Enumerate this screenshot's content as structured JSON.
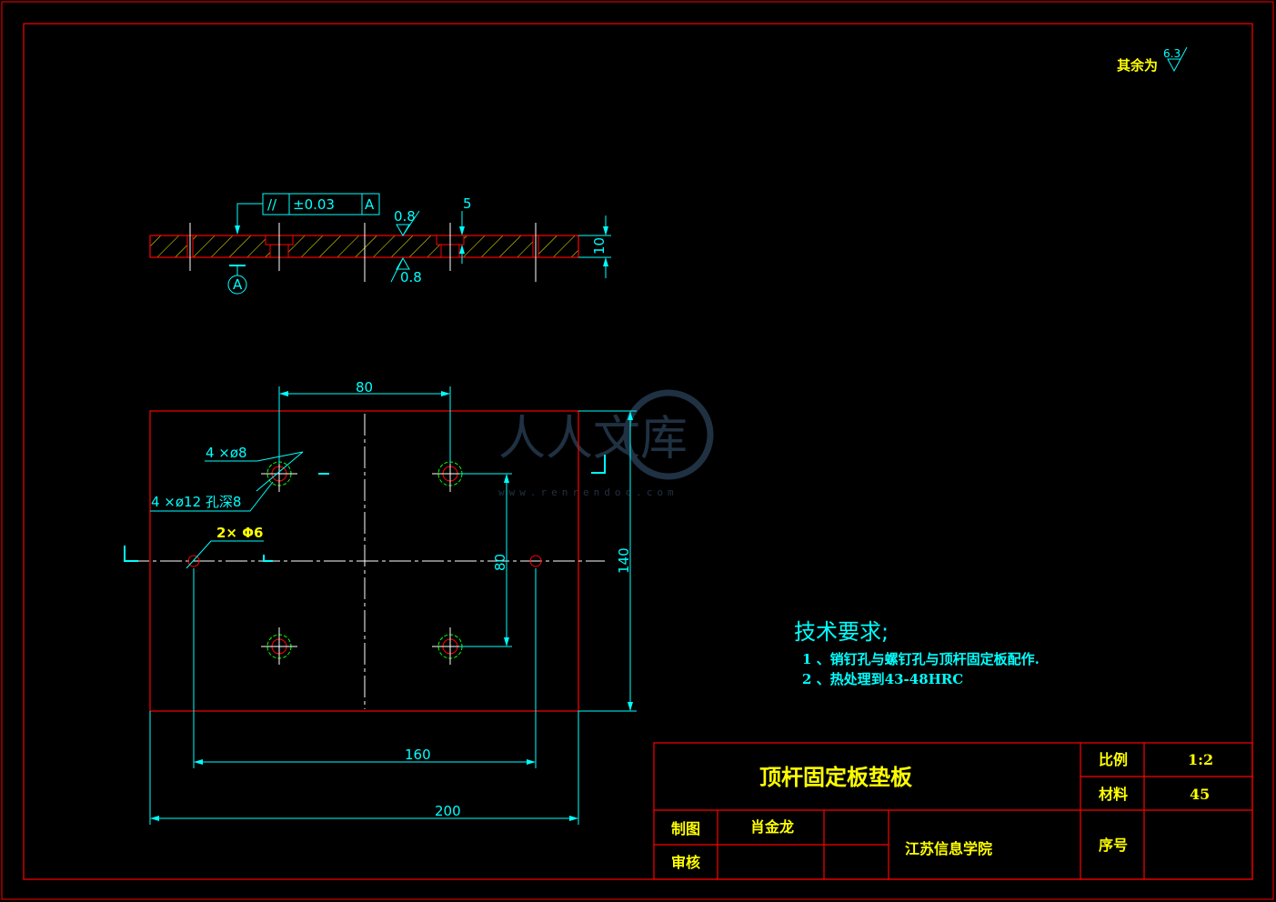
{
  "surface_note": {
    "prefix": "其余为",
    "roughness": "6.3"
  },
  "side_view": {
    "tolerance_frame": {
      "symbol": "//",
      "value": "±0.03",
      "datum": "A"
    },
    "datum_label": "A",
    "roughness_top": "0.8",
    "roughness_bottom": "0.8",
    "dim_thickness": "10",
    "dim_counterbore": "5"
  },
  "plan_view": {
    "dim_top": "80",
    "dim_right_inner": "80",
    "dim_right_outer": "140",
    "dim_bottom_inner": "160",
    "dim_bottom_outer": "200",
    "hole_label_1": "4 ×ø8",
    "hole_label_2": "4 ×ø12 孔深8",
    "hole_label_3": "2× Φ6"
  },
  "tech_requirements": {
    "title": "技术要求;",
    "items": [
      "1 、销钉孔与螺钉孔与顶杆固定板配作.",
      "2 、热处理到43-48HRC"
    ]
  },
  "title_block": {
    "part_name": "顶杆固定板垫板",
    "scale_label": "比例",
    "scale_value": "1:2",
    "material_label": "材料",
    "material_value": "45",
    "drawn_label": "制图",
    "drawn_by": "肖金龙",
    "checked_label": "审核",
    "checked_by": "",
    "school": "江苏信息学院",
    "seq_label": "序号",
    "seq_value": ""
  },
  "watermark": {
    "text": "人人文库",
    "url": "www.renrendoc.com"
  },
  "colors": {
    "background": "#000000",
    "frame": "#ff0000",
    "dimension": "#00ffff",
    "text": "#ffff00",
    "hole_inner": "#ff0000",
    "hole_outer": "#00ff00"
  }
}
